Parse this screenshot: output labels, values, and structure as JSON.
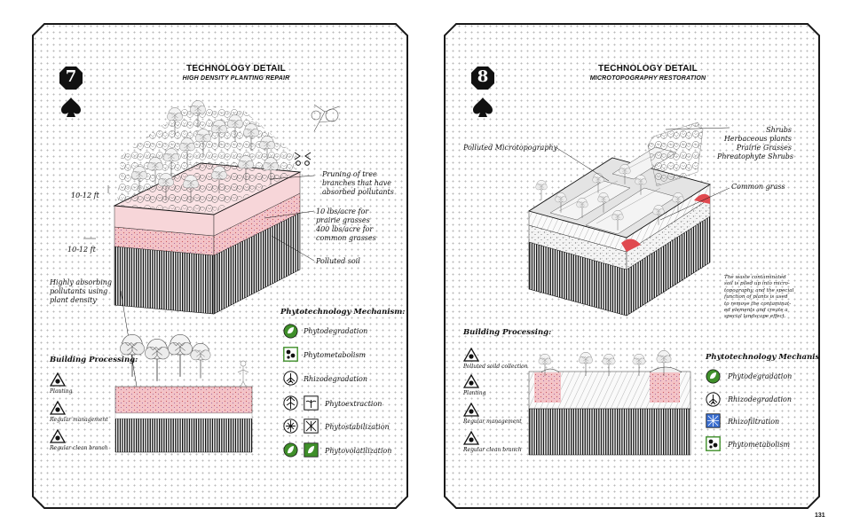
{
  "page_number": "131",
  "panel_left": {
    "number": "7",
    "title": "TECHNOLOGY DETAIL",
    "subtitle": "HIGH DENSITY PLANTING REPAIR",
    "labels": {
      "height_top": "10-12 ft",
      "height_bottom": "10-12 ft",
      "pruning": [
        "Pruning of tree",
        "branches that have",
        "absorbed pollutants"
      ],
      "rates": [
        "10 lbs/acre for",
        "prairie grasses",
        "400 lbs/acre for",
        "common grasses"
      ],
      "soil": "Polluted soil",
      "density": [
        "Highly absorbing",
        "pollutants using",
        "plant density"
      ]
    },
    "processing_title": "Building Processing:",
    "steps": [
      "Planting",
      "Regular management",
      "Regular clean branch"
    ],
    "mechanism_title": "Phytotechnology Mechanism:",
    "mechanisms": [
      "Phytodegradation",
      "Phytometabolism",
      "Rhizodegradation",
      "Phytoextraction",
      "Phytostabilization",
      "Phytovolatilization"
    ]
  },
  "panel_right": {
    "number": "8",
    "title": "TECHNOLOGY DETAIL",
    "subtitle": "MICROTOPOGRAPHY RESTORATION",
    "labels": {
      "microtopo": "Polluted Microtopography",
      "plants": [
        "Shrubs",
        "Herbaceous plants",
        "Prairie Grasses",
        "Phreatophyte Shrubs"
      ],
      "grass": "Common grass"
    },
    "note": [
      "The waste contaminated",
      "soil is piled up into micro-",
      "topography, and the special",
      "function of plants is used",
      "to remove the contaminat-",
      "ed elements and create a",
      "special landscape effect."
    ],
    "processing_title": "Building Processing:",
    "steps": [
      "Polluted soild collection",
      "Planting",
      "Regular management",
      "Regular clean branch"
    ],
    "mechanism_title": "Phytotechnology Mechanism:",
    "mechanisms": [
      "Phytodegradation",
      "Rhizodegradation",
      "Rhizofiltration",
      "Phytometabolism"
    ]
  },
  "colors": {
    "frame": "#1a1a1a",
    "accent_green": "#3f8f2a",
    "accent_blue": "#3b6fd1",
    "polluted_pink": "#f2c6c8",
    "polluted_red": "#e0494f"
  },
  "icons": {
    "badge": "octagon-number-badge",
    "suit": "spade-icon",
    "steps": "triangle-warning-icon"
  }
}
